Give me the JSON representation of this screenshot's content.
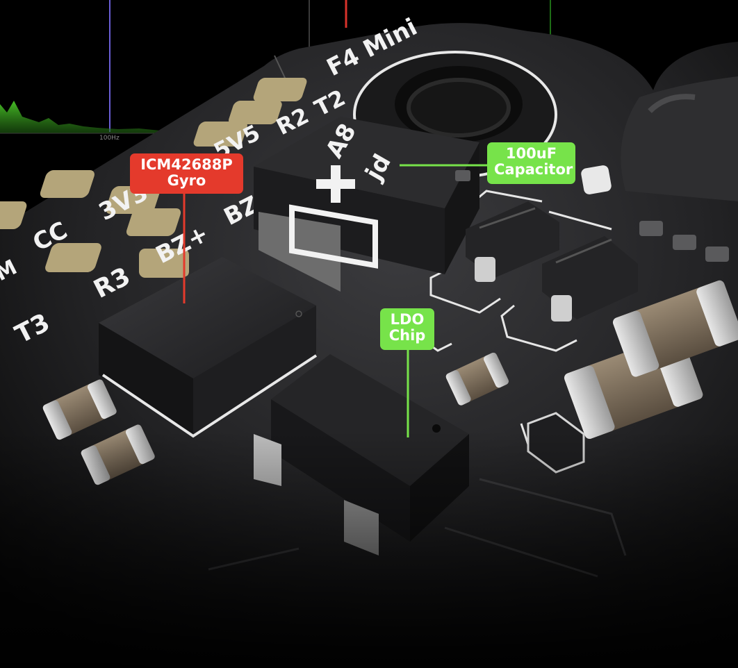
{
  "colors": {
    "callout_red": "#e43a2c",
    "callout_green": "#77e34a",
    "board": "#2a2a2c",
    "pad_gold": "#b4a57a",
    "silkscreen": "#f2f2f2",
    "spectrum_green": "#4fd32a"
  },
  "spectrum": {
    "freq_label": "100Hz"
  },
  "board": {
    "model_label": "F4 Mini",
    "pad_labels": [
      "T2",
      "R2",
      "5V5",
      "3V3",
      "CC",
      "M",
      "BZ+",
      "BZ-",
      "R3",
      "T3"
    ]
  },
  "capacitor": {
    "marking_top": "A8",
    "marking_bottom": "jd"
  },
  "callouts": {
    "gyro": {
      "line1": "ICM42688P",
      "line2": "Gyro"
    },
    "capacitor": {
      "line1": "100uF",
      "line2": "Capacitor"
    },
    "ldo": {
      "line1": "LDO",
      "line2": "Chip"
    }
  }
}
